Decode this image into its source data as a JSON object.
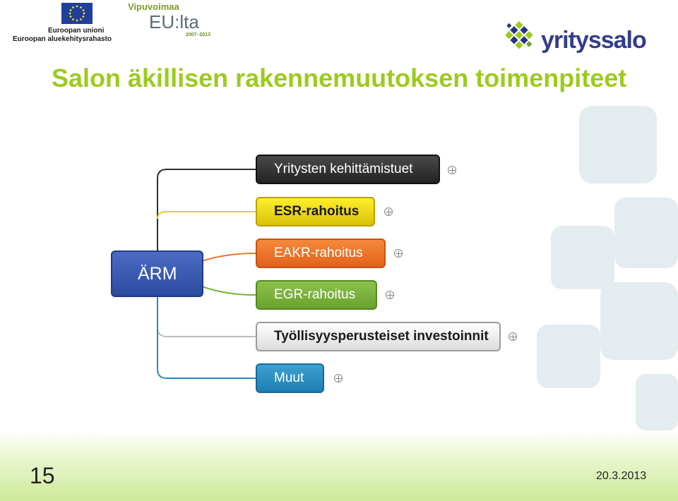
{
  "header": {
    "eu_logo": {
      "line1": "Euroopan unioni",
      "line2": "Euroopan aluekehitysrahasto"
    },
    "vipuvoimaa_logo": {
      "title": "Vipuvoimaa",
      "main": "EU:lta",
      "years": "2007–2013"
    },
    "brand_logo": {
      "text": "yrityssalo"
    }
  },
  "slide": {
    "title": "Salon äkillisen rakennemuutoksen toimenpiteet",
    "page_number": "15",
    "date": "20.3.2013"
  },
  "mindmap": {
    "root": "ÄRM",
    "branches": [
      {
        "label": "Yritysten kehittämistuet",
        "color": "#2f2f2f"
      },
      {
        "label": "ESR-rahoitus",
        "color": "#f2dc1a"
      },
      {
        "label": "EAKR-rahoitus",
        "color": "#ee7428"
      },
      {
        "label": "EGR-rahoitus",
        "color": "#7cb33c"
      },
      {
        "label": "Työllisyysperusteiset investoinnit",
        "color": "#c8c8c8"
      },
      {
        "label": "Muut",
        "color": "#2a8dc2"
      }
    ]
  },
  "colors": {
    "title": "#9ccb1f",
    "root": "#2c4aa0",
    "brand": "#333d8a"
  }
}
